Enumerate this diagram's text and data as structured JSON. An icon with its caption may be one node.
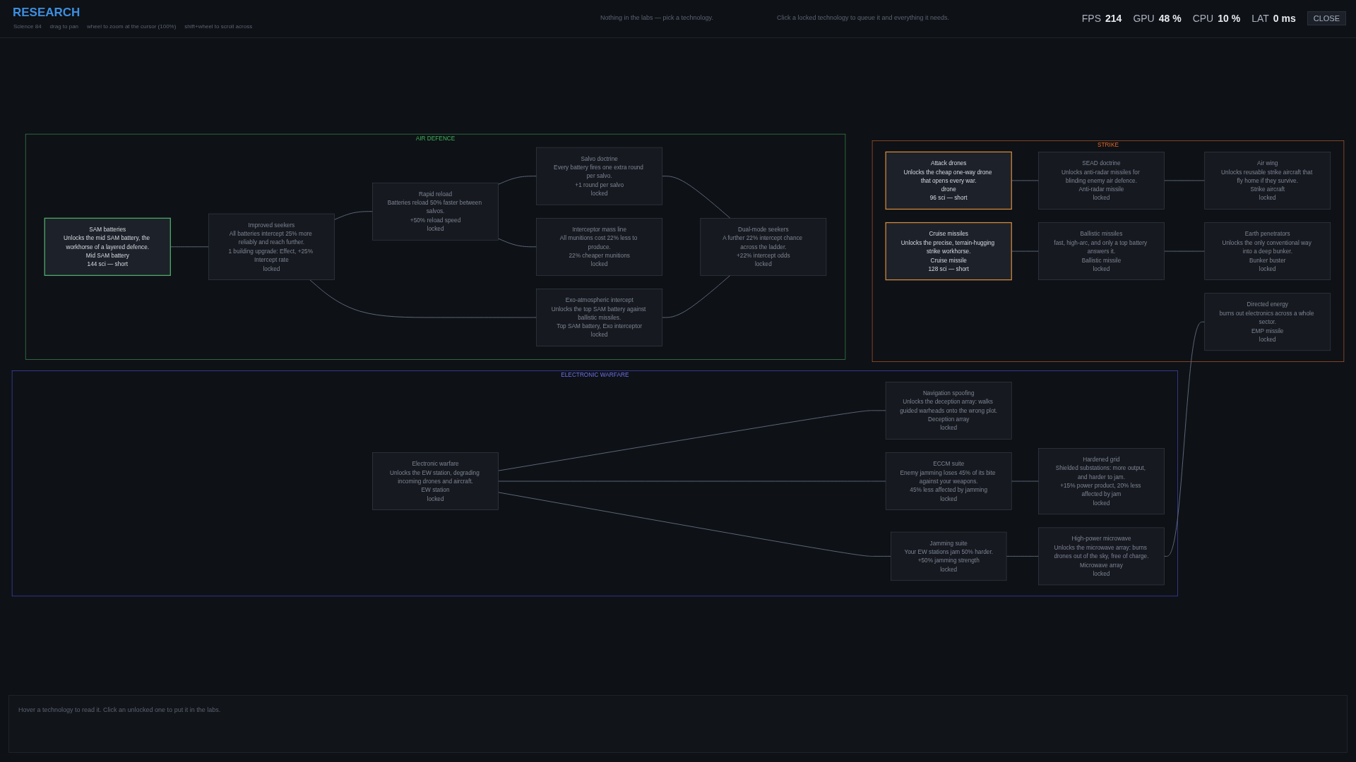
{
  "diagram": {
    "title": "RESEARCH",
    "nodes": [
      {
        "text": [
          "ELECTRONIC WARFARE"
        ]
      },
      {
        "text": [
          "Electronic warfare",
          "Unlocks the EW station, degrading incoming drones and aircraft.",
          "EW station",
          "locked"
        ],
        "in": 0
      },
      {
        "text": [
          "Navigation spoofing",
          "Unlocks the deception array: walks guided warheads onto the wrong plot.",
          "Deception array",
          "locked"
        ],
        "in": 0
      },
      {
        "text": [
          "High-power microwave",
          "Unlocks the microwave array: burns drones out of the sky, free of charge.",
          "Microwave array",
          "locked"
        ],
        "in": 0
      },
      {
        "text": [
          "ECCM suite",
          "Enemy jamming loses 45% of its bite against your weapons.",
          "45% less affected by jamming",
          "locked"
        ],
        "in": 0
      },
      {
        "text": [
          "Hardened grid",
          "Shielded substations: more output, and harder to jam.",
          "+15% power product, 20% less affected by jam",
          "locked"
        ],
        "in": 0
      },
      {
        "text": [
          "Jamming suite",
          "Your EW stations jam 50% harder.",
          "+50% jamming strength",
          "locked"
        ],
        "in": 0
      },
      {
        "text": [
          "AIR DEFENCE"
        ]
      },
      {
        "text": [
          "SAM batteries",
          "Unlocks the mid SAM battery, the workhorse of a layered defence.",
          "Mid SAM battery",
          "144 sci — short"
        ],
        "in": 7
      },
      {
        "text": [
          "Improved seekers",
          "All batteries intercept 25% more reliably and reach further.",
          "1 building upgrade: Effect, +25% Intercept rate",
          "locked"
        ],
        "in": 7
      },
      {
        "text": [
          "Rapid reload",
          "Batteries reload 50% faster between salvos.",
          "+50% reload speed",
          "locked"
        ],
        "in": 7
      },
      {
        "text": [
          "Salvo doctrine",
          "Every battery fires one extra round per salvo.",
          "+1 round per salvo",
          "locked"
        ],
        "in": 7
      },
      {
        "text": [
          "Dual-mode seekers",
          "A further 22% intercept chance across the ladder.",
          "+22% intercept odds",
          "locked"
        ],
        "in": 7
      },
      {
        "text": [
          "Exo-atmospheric intercept",
          "Unlocks the top SAM battery against ballistic missiles.",
          "Top SAM battery, Exo interceptor",
          "locked"
        ],
        "in": 7
      },
      {
        "text": [
          "Interceptor mass line",
          "All munitions cost 22% less to produce.",
          "22% cheaper munitions",
          "locked"
        ],
        "in": 7
      },
      {
        "text": [
          "STRIKE"
        ]
      },
      {
        "text": [
          "Attack drones",
          "Unlocks the cheap one-way drone that opens every war.",
          "drone",
          "96 sci — short"
        ],
        "in": 15
      },
      {
        "text": [
          "SEAD doctrine",
          "Unlocks anti-radar missiles for blinding enemy air defence.",
          "Anti-radar missile",
          "locked"
        ],
        "in": 15
      },
      {
        "text": [
          "Air wing",
          "Unlocks reusable strike aircraft that fly home if they survive.",
          "Strike aircraft",
          "locked"
        ],
        "in": 15
      },
      {
        "text": [
          "Directed energy",
          "burns out electronics across a whole sector.",
          "EMP missile",
          "locked"
        ],
        "in": 15
      },
      {
        "text": [
          "Cruise missiles",
          "Unlocks the precise, terrain-hugging strike workhorse.",
          "Cruise missile",
          "128 sci — short"
        ],
        "in": 15
      },
      {
        "text": [
          "Ballistic missiles",
          "fast, high-arc, and only a top battery answers it.",
          "Ballistic missile",
          "locked"
        ],
        "in": 15
      },
      {
        "text": [
          "Earth penetrators",
          "Unlocks the only conventional way into a deep bunker.",
          "Bunker buster",
          "locked"
        ],
        "in": 15
      }
    ],
    "edges": [
      {
        "from": 1,
        "to": 2,
        "arrow": "none"
      },
      {
        "from": 1,
        "to": 4,
        "arrow": "none"
      },
      {
        "from": 1,
        "to": 6,
        "arrow": "none"
      },
      {
        "from": 4,
        "to": 5,
        "arrow": "none"
      },
      {
        "from": 6,
        "to": 3,
        "arrow": "none"
      },
      {
        "from": 8,
        "to": 9,
        "arrow": "none"
      },
      {
        "from": 9,
        "to": 10,
        "arrow": "none"
      },
      {
        "from": 9,
        "to": 13,
        "arrow": "none"
      },
      {
        "from": 10,
        "to": 11,
        "arrow": "none"
      },
      {
        "from": 10,
        "to": 14,
        "arrow": "none"
      },
      {
        "from": 11,
        "to": 12,
        "arrow": "none"
      },
      {
        "from": 13,
        "to": 12,
        "arrow": "none"
      },
      {
        "from": 16,
        "to": 17,
        "arrow": "none"
      },
      {
        "from": 17,
        "to": 18,
        "arrow": "none"
      },
      {
        "from": 3,
        "to": 19,
        "arrow": "none"
      },
      {
        "from": 20,
        "to": 21,
        "arrow": "none"
      },
      {
        "from": 21,
        "to": 22,
        "arrow": "none"
      }
    ],
    "labels": [
      "Science 84",
      "drag to pan",
      "wheel to zoom at the cursor (100%)",
      "shift+wheel to scroll across",
      "Nothing in the labs — pick a technology.",
      "Click a locked technology to queue it and everything it needs.",
      "FPS",
      "214",
      "GPU",
      "48 %",
      "CPU",
      "10 %",
      "LAT",
      "0 ms",
      "CLOSE",
      "Hover a technology to read it. Click an unlocked one to put it in the labs."
    ]
  }
}
